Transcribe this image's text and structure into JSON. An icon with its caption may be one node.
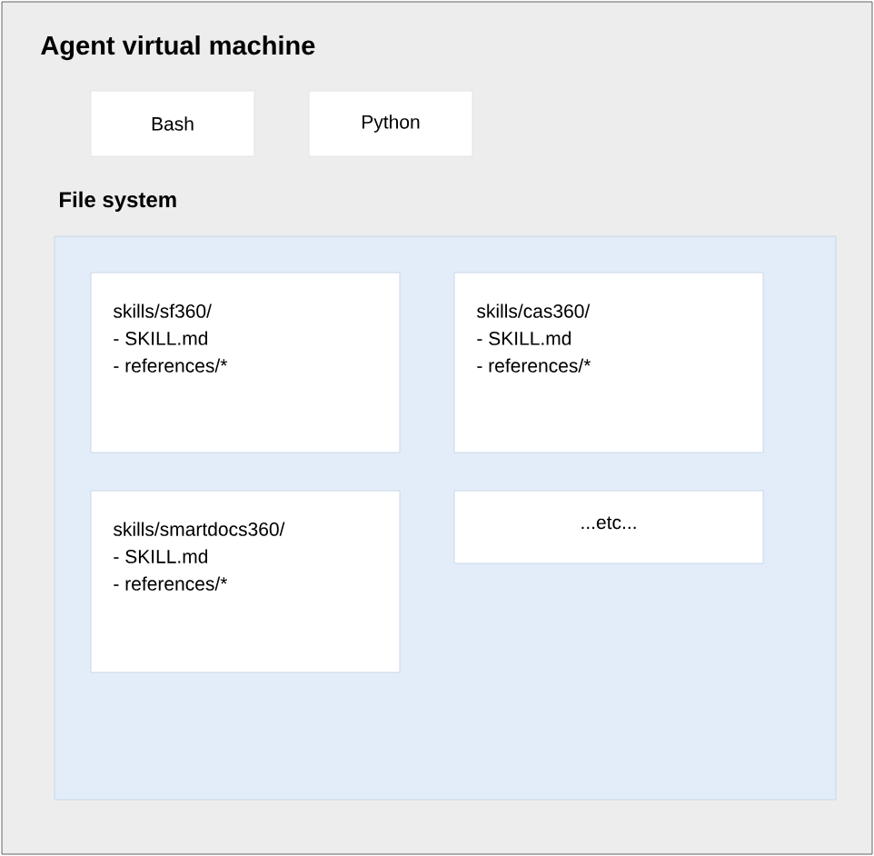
{
  "diagram": {
    "nodes": [
      {
        "text": [
          "Agent virtual machine"
        ]
      },
      {
        "text": [
          "Bash"
        ],
        "in": 0
      },
      {
        "text": [
          "Python"
        ],
        "in": 0
      },
      {
        "text": [
          "File system"
        ],
        "in": 0
      },
      {
        "text": [
          "skills/sf360/",
          "- SKILL.md",
          "- references/*"
        ],
        "in": 3
      },
      {
        "text": [
          "skills/cas360/",
          "- SKILL.md",
          "- references/*"
        ],
        "in": 3
      },
      {
        "text": [
          "skills/smartdocs360/",
          "- SKILL.md",
          "- references/*"
        ],
        "in": 3
      },
      {
        "text": [
          "...etc..."
        ],
        "in": 3
      }
    ]
  }
}
